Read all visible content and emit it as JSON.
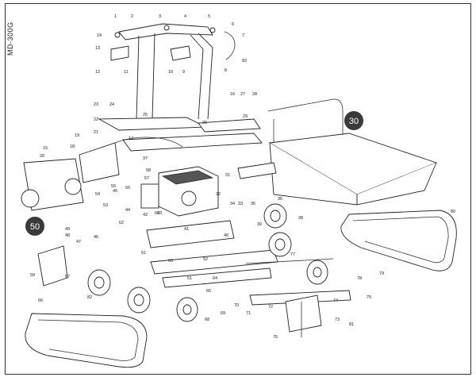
{
  "model_code": "MD-300G",
  "badges": {
    "dump_bed": "30",
    "transmission": "50"
  },
  "callouts": [
    "1",
    "2",
    "3",
    "4",
    "5",
    "6",
    "7",
    "8",
    "9",
    "10",
    "11",
    "12",
    "13",
    "14",
    "15",
    "16",
    "17",
    "18",
    "19",
    "20",
    "21",
    "22",
    "23",
    "24",
    "25",
    "26",
    "27",
    "28",
    "29",
    "31",
    "32",
    "33",
    "34",
    "35",
    "36",
    "37",
    "38",
    "39",
    "40",
    "41",
    "42",
    "43",
    "44",
    "45",
    "46",
    "47",
    "48",
    "49",
    "51",
    "52",
    "53",
    "54",
    "55",
    "56",
    "57",
    "58",
    "59",
    "60",
    "61",
    "62",
    "63",
    "64",
    "65",
    "66",
    "67",
    "68",
    "69",
    "70",
    "71",
    "72",
    "73",
    "74",
    "75",
    "76",
    "77",
    "78",
    "79",
    "80",
    "81",
    "82",
    "83"
  ],
  "colors": {
    "line": "#222222",
    "badge": "#3a3a3a",
    "paper": "#ffffff"
  }
}
